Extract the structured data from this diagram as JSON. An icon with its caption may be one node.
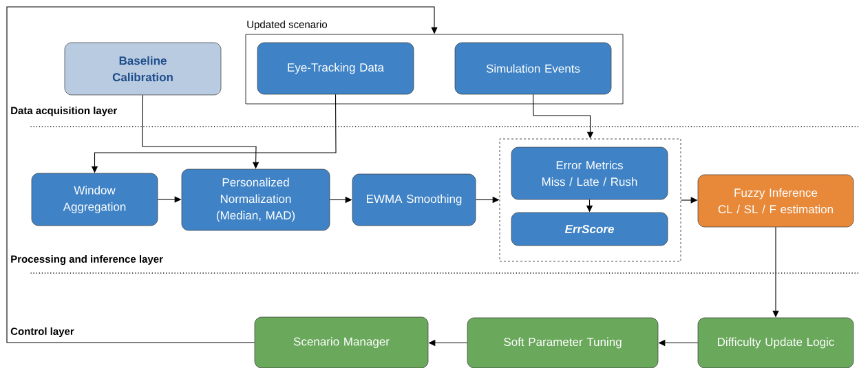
{
  "diagram": {
    "nodes": [
      {
        "text": [
          "Updated scenario"
        ]
      },
      {
        "text": [
          "Eye-Tracking Data"
        ],
        "in": 0
      },
      {
        "text": [
          "Simulation Events"
        ],
        "in": 0
      },
      {
        "text": [
          "Baseline Calibration"
        ]
      },
      {
        "text": [
          "Window Aggregation"
        ]
      },
      {
        "text": [
          "Personalized Normalization (Median, MAD)"
        ]
      },
      {
        "text": [
          "EWMA Smoothing"
        ]
      },
      {
        "text": [],
        "shape": "box"
      },
      {
        "text": [
          "Error Metrics",
          "Miss / Late / Rush"
        ],
        "in": 7
      },
      {
        "text": [
          "ErrScore"
        ],
        "in": 7
      },
      {
        "text": [
          "Fuzzy Inference",
          "CL / SL / F estimation"
        ]
      },
      {
        "text": [
          "Difficulty Update Logic"
        ]
      },
      {
        "text": [
          "Soft Parameter Tuning"
        ]
      },
      {
        "text": [
          "Scenario Manager"
        ]
      }
    ],
    "edges": [
      {
        "from": 3,
        "to": 5,
        "arrow": "to"
      },
      {
        "from": 1,
        "to": 4,
        "arrow": "to"
      },
      {
        "from": 2,
        "to": 7,
        "arrow": "to"
      },
      {
        "from": 4,
        "to": 5,
        "arrow": "to"
      },
      {
        "from": 5,
        "to": 6,
        "arrow": "to"
      },
      {
        "from": 6,
        "to": 7,
        "arrow": "to"
      },
      {
        "from": 8,
        "to": 9,
        "arrow": "to"
      },
      {
        "from": 7,
        "to": 10,
        "arrow": "to"
      },
      {
        "from": 10,
        "to": 11,
        "arrow": "to"
      },
      {
        "from": 11,
        "to": 12,
        "arrow": "to"
      },
      {
        "from": 12,
        "to": 13,
        "arrow": "to"
      },
      {
        "from": 13,
        "to": 0,
        "arrow": "to"
      }
    ],
    "labels": [
      "Data acquisition layer",
      "Processing and inference layer",
      "Control layer"
    ]
  }
}
